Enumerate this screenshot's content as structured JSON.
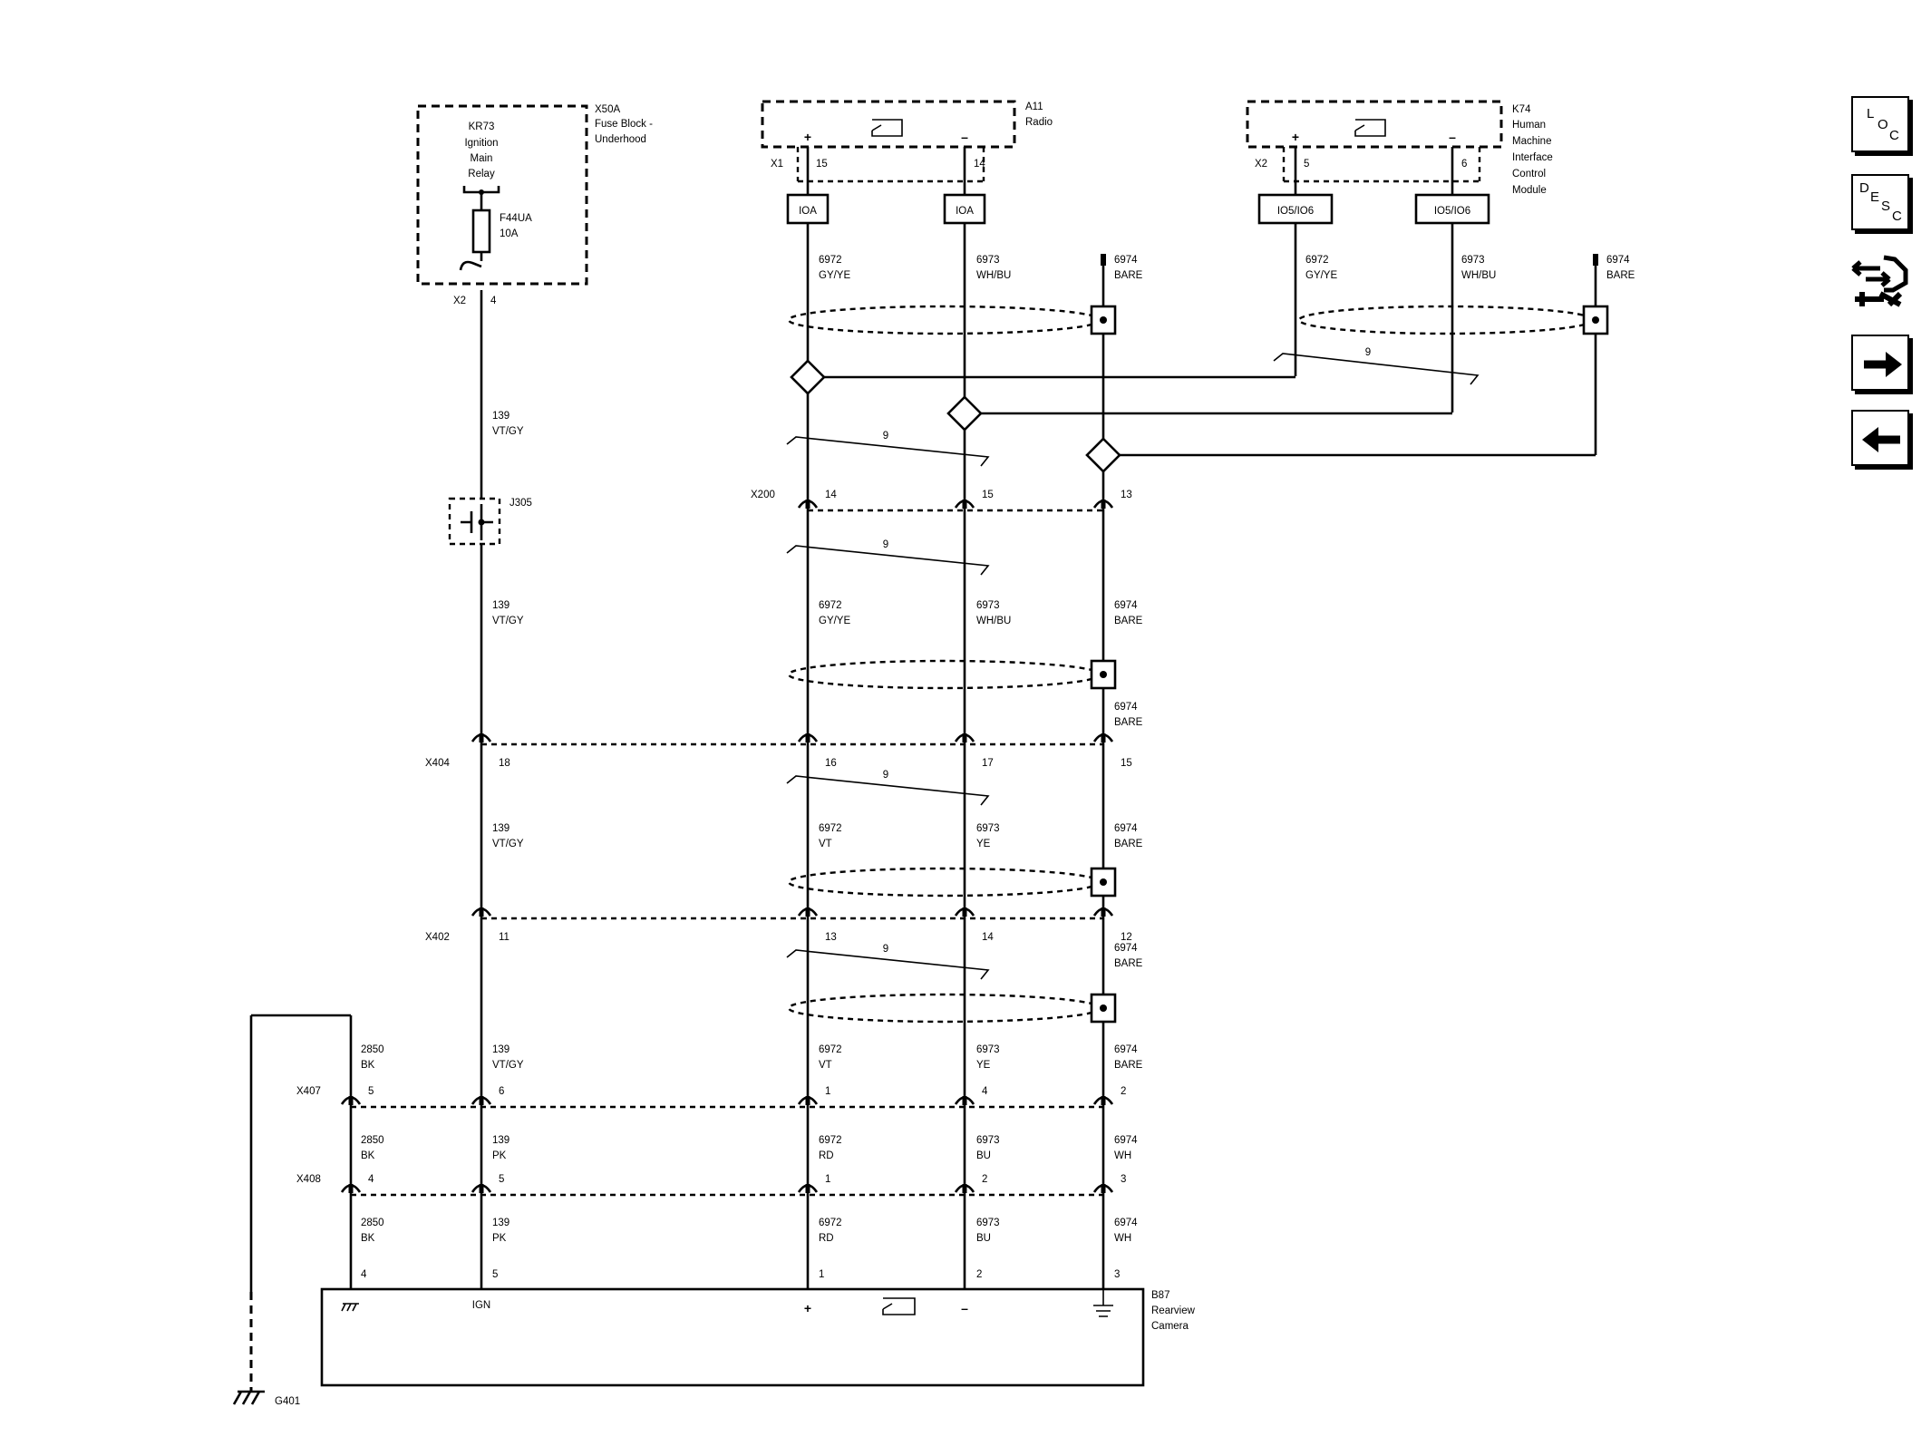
{
  "components": {
    "fuse_block": {
      "ref": "X50A",
      "name": [
        "Fuse Block -",
        "Underhood"
      ]
    },
    "relay": {
      "ref": "KR73",
      "name": [
        "Ignition",
        "Main",
        "Relay"
      ]
    },
    "fuse": {
      "ref": "F44UA",
      "rating": "10A"
    },
    "radio": {
      "ref": "A11",
      "name": "Radio",
      "connector": "X1",
      "pin_plus": "15",
      "pin_minus": "14"
    },
    "hmi": {
      "ref": "K74",
      "name": [
        "Human",
        "Machine",
        "Interface",
        "Control",
        "Module"
      ],
      "connector": "X2",
      "pin_plus": "5",
      "pin_minus": "6"
    },
    "camera": {
      "ref": "B87",
      "name": [
        "Rearview",
        "Camera"
      ],
      "ign_label": "IGN",
      "pins": [
        "4",
        "5",
        "1",
        "2",
        "3"
      ]
    },
    "ground": {
      "ref": "G401"
    },
    "splice": {
      "ref": "J305"
    },
    "fuse_block_pin": {
      "connector": "X2",
      "pin": "4"
    }
  },
  "option_labels": {
    "radio_plus": "IOA",
    "radio_minus": "IOA",
    "hmi_plus": "IO5/IO6",
    "hmi_minus": "IO5/IO6"
  },
  "twist_label": "9",
  "wires": {
    "c6972_gyye": [
      "6972",
      "GY/YE"
    ],
    "c6973_whbu": [
      "6973",
      "WH/BU"
    ],
    "c6974_bare": [
      "6974",
      "BARE"
    ],
    "c6972_vt": [
      "6972",
      "VT"
    ],
    "c6973_ye": [
      "6973",
      "YE"
    ],
    "c139_vtgy": [
      "139",
      "VT/GY"
    ],
    "c139_pk": [
      "139",
      "PK"
    ],
    "c2850_bk": [
      "2850",
      "BK"
    ],
    "c6972_rd": [
      "6972",
      "RD"
    ],
    "c6973_bu": [
      "6973",
      "BU"
    ],
    "c6974_wh": [
      "6974",
      "WH"
    ]
  },
  "connectors": {
    "x200": {
      "name": "X200",
      "pins": [
        "14",
        "15",
        "13"
      ]
    },
    "x404": {
      "name": "X404",
      "pins": [
        "18",
        "16",
        "17",
        "15"
      ]
    },
    "x402": {
      "name": "X402",
      "pins": [
        "11",
        "13",
        "14",
        "12"
      ]
    },
    "x407": {
      "name": "X407",
      "pins": [
        "5",
        "6",
        "1",
        "4",
        "2"
      ]
    },
    "x408": {
      "name": "X408",
      "pins": [
        "4",
        "5",
        "1",
        "2",
        "3"
      ]
    }
  },
  "nav": {
    "loc": [
      "L",
      "O",
      "C"
    ],
    "desc": [
      "D",
      "E",
      "S",
      "C"
    ]
  }
}
